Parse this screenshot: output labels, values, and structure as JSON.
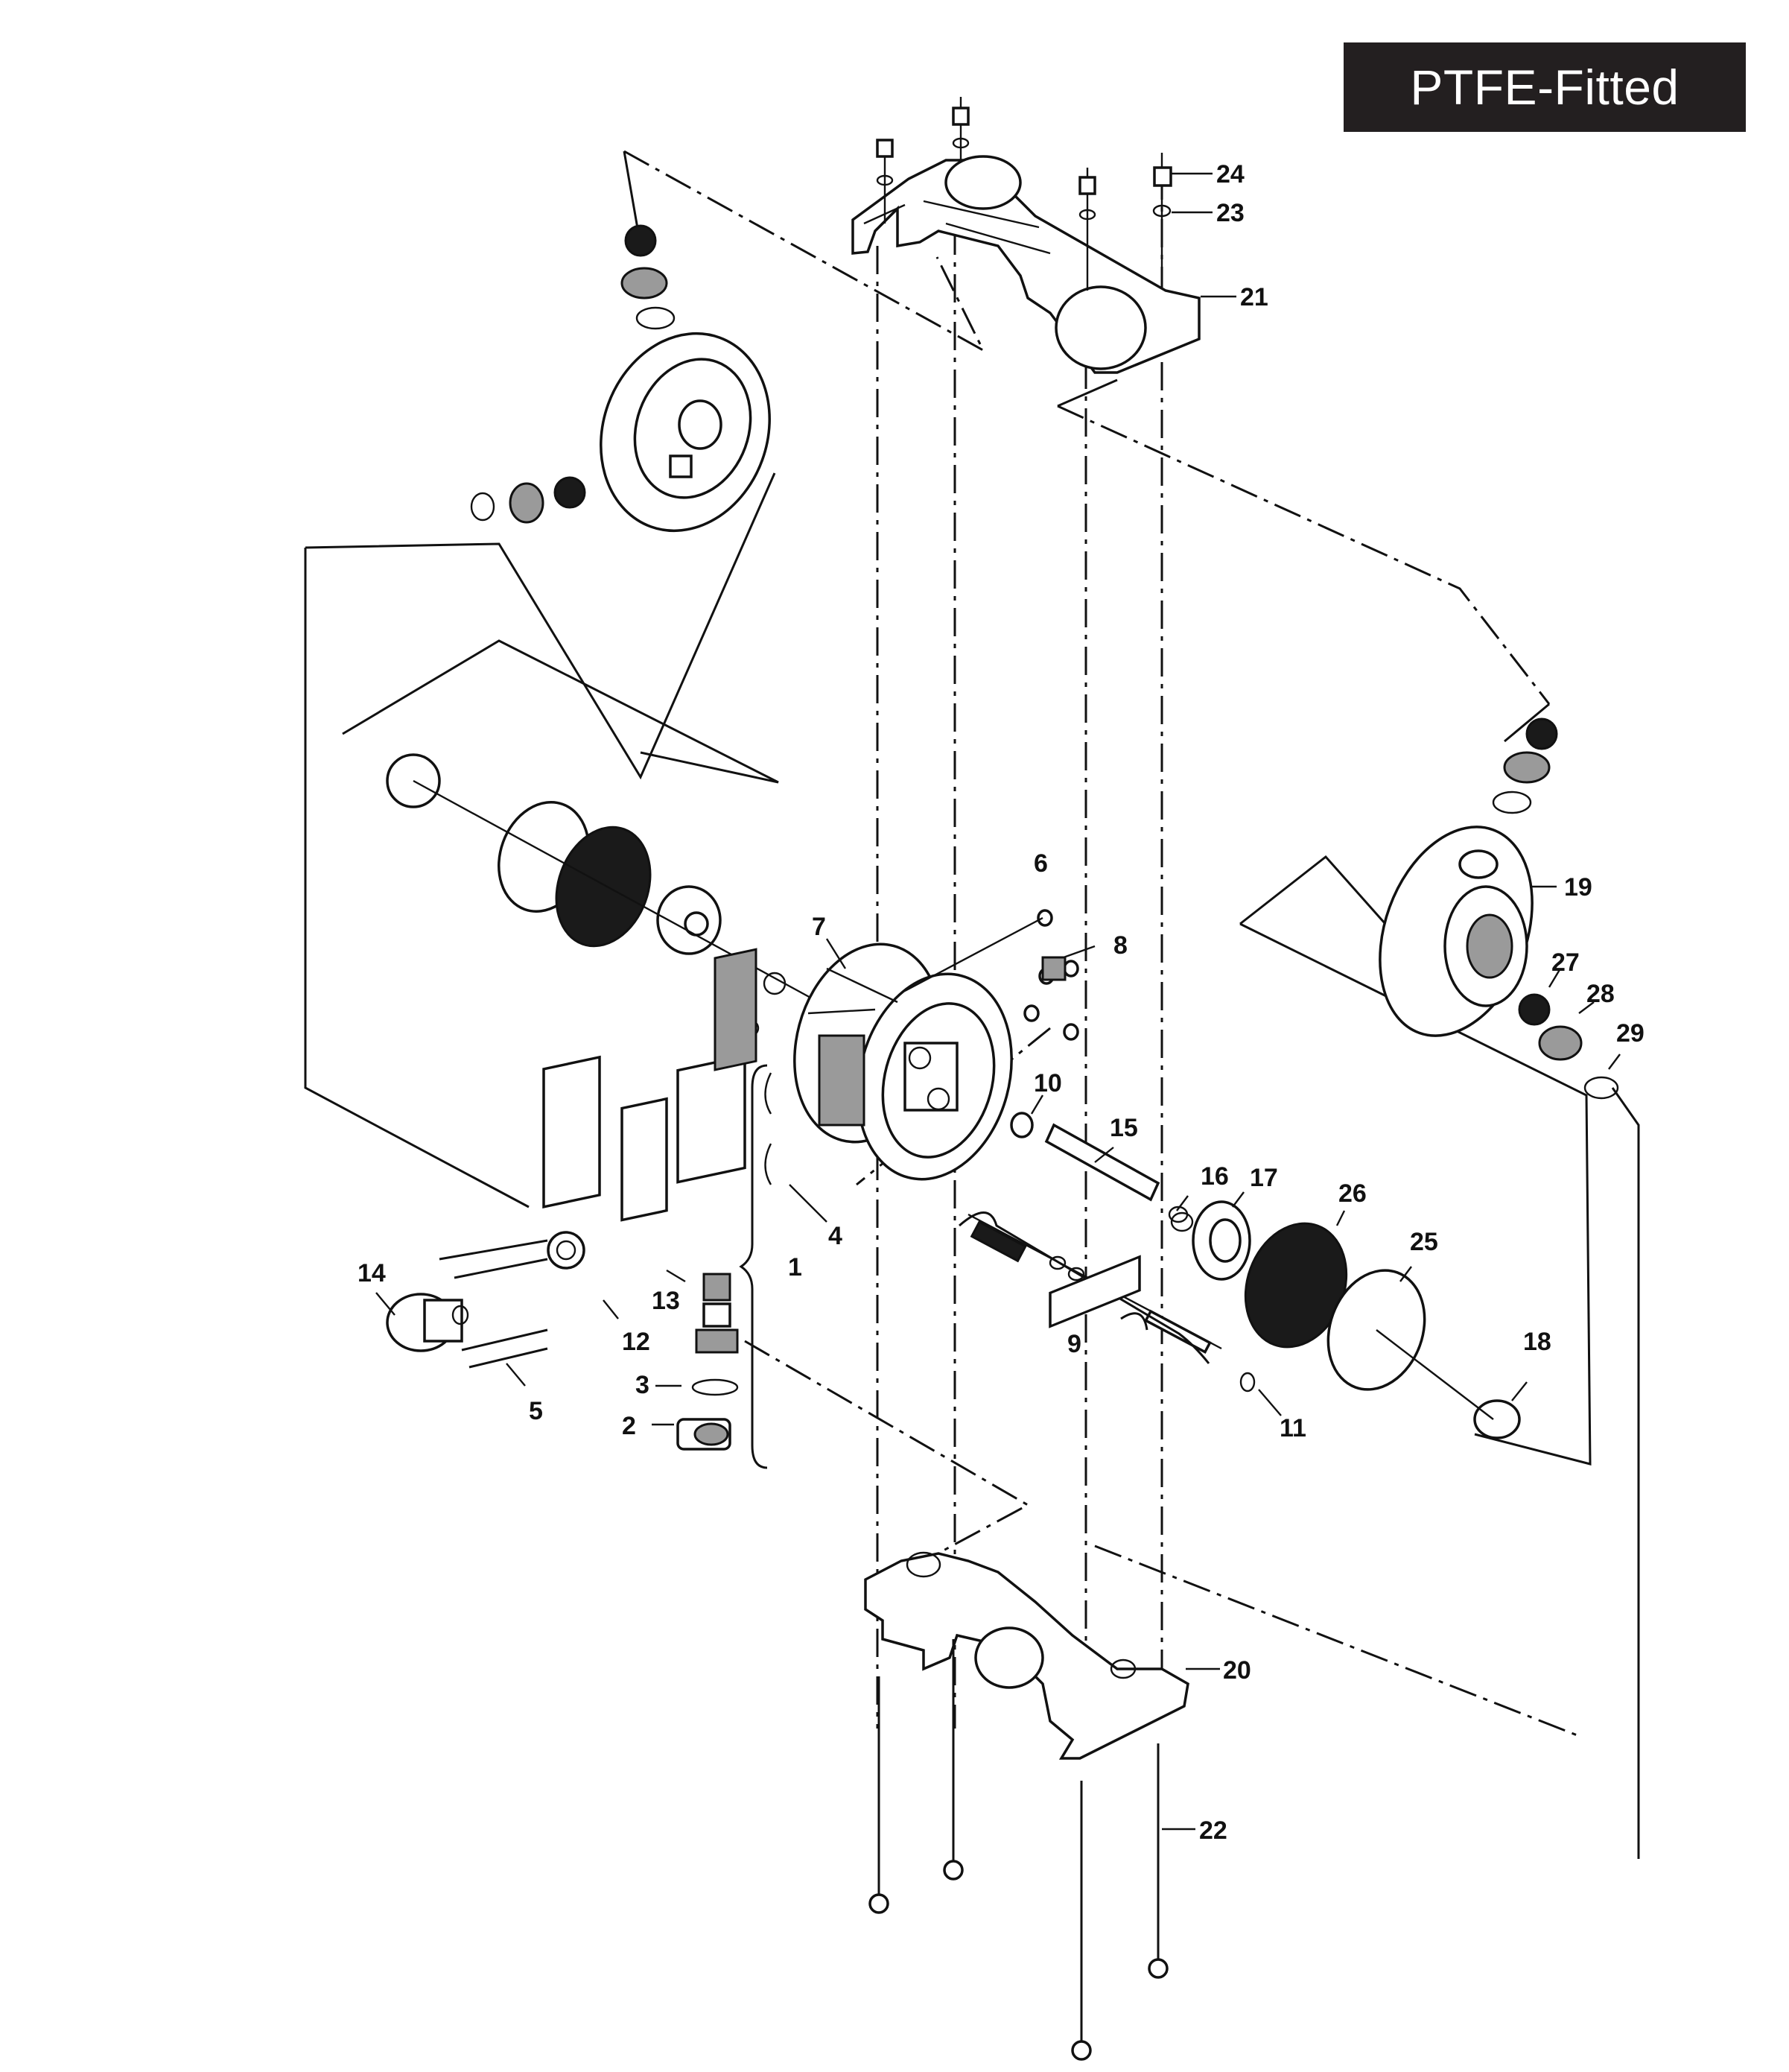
{
  "badge": {
    "label": "PTFE-Fitted"
  },
  "callouts": {
    "c1": "1",
    "c2": "2",
    "c3": "3",
    "c4": "4",
    "c5": "5",
    "c6": "6",
    "c7": "7",
    "c8": "8",
    "c9": "9",
    "c10": "10",
    "c11": "11",
    "c12": "12",
    "c13": "13",
    "c14": "14",
    "c15": "15",
    "c16": "16",
    "c17": "17",
    "c18": "18",
    "c19": "19",
    "c20": "20",
    "c21": "21",
    "c22": "22",
    "c23": "23",
    "c24": "24",
    "c25": "25",
    "c26": "26",
    "c27": "27",
    "c28": "28",
    "c29": "29"
  }
}
